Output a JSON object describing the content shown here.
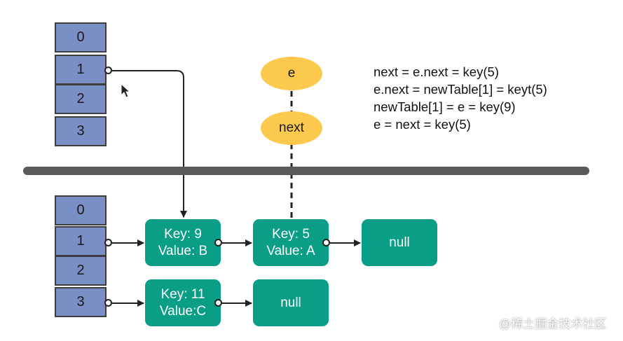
{
  "old_table": {
    "cells": [
      "0",
      "1",
      "2",
      "3"
    ]
  },
  "new_table": {
    "cells": [
      "0",
      "1",
      "2",
      "3"
    ]
  },
  "nodes": {
    "node_9": {
      "key": "Key: 9",
      "value": "Value: B"
    },
    "node_5": {
      "key": "Key: 5",
      "value": "Value: A"
    },
    "null_1": "null",
    "node_11": {
      "key": "Key: 11",
      "value": "Value:C"
    },
    "null_2": "null"
  },
  "pointers": {
    "e": "e",
    "next": "next"
  },
  "code": [
    "next = e.next = key(5)",
    "e.next = newTable[1] = keyt(5)",
    "newTable[1] = e = key(9)",
    "e = next = key(5)"
  ],
  "watermark": "@稀土掘金技术社区",
  "colors": {
    "cell": "#7b8fc7",
    "node": "#0a9e87",
    "pointer": "#fcc84e",
    "divider": "#5a5a5a"
  }
}
